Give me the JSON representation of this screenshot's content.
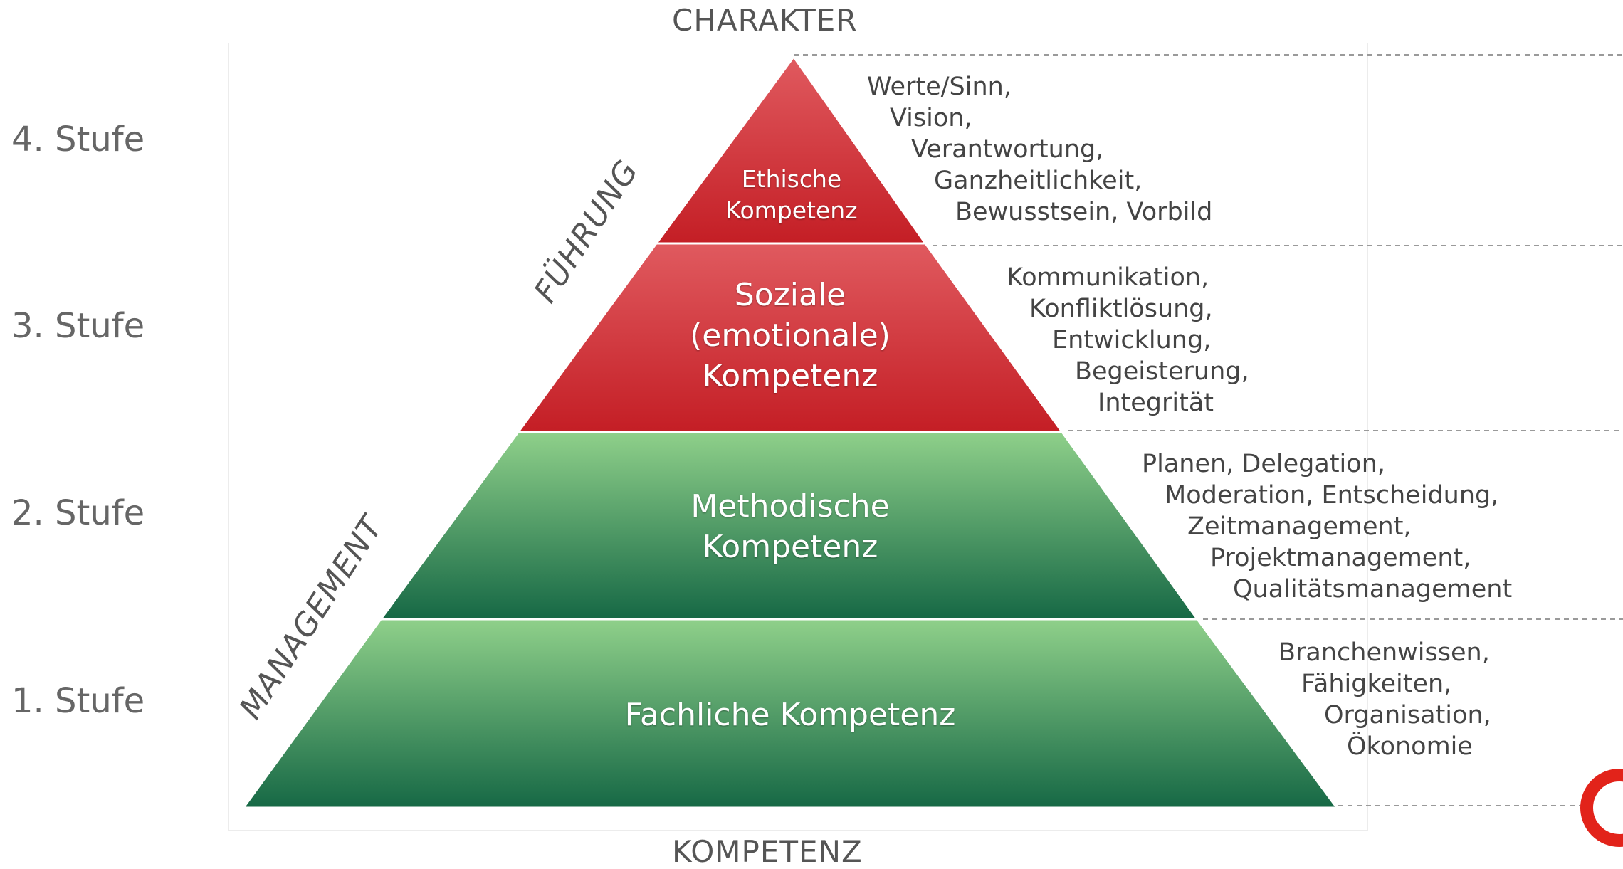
{
  "diagram": {
    "top_label": "CHARAKTER",
    "bottom_label": "KOMPETENZ",
    "side_labels": {
      "upper": "FÜHRUNG",
      "lower": "MANAGEMENT"
    },
    "levels": [
      {
        "stage": "4. Stufe",
        "title_lines": [
          "Ethische",
          "Kompetenz"
        ],
        "details": [
          "Werte/Sinn,",
          "Vision,",
          "Verantwortung,",
          "Ganzheitlichkeit,",
          "Bewusstsein, Vorbild"
        ],
        "color": "#cc2229"
      },
      {
        "stage": "3. Stufe",
        "title_lines": [
          "Soziale",
          "(emotionale)",
          "Kompetenz"
        ],
        "details": [
          "Kommunikation,",
          "Konfliktlösung,",
          "Entwicklung,",
          "Begeisterung,",
          "Integrität"
        ],
        "color": "#cc2229"
      },
      {
        "stage": "2. Stufe",
        "title_lines": [
          "Methodische",
          "Kompetenz"
        ],
        "details": [
          "Planen, Delegation,",
          "Moderation, Entscheidung,",
          "Zeitmanagement,",
          "Projektmanagement,",
          "Qualitätsmanagement"
        ],
        "color": "#1e7a4a"
      },
      {
        "stage": "1. Stufe",
        "title_lines": [
          "Fachliche Kompetenz"
        ],
        "details": [
          "Branchenwissen,",
          "Fähigkeiten,",
          "Organisation,",
          "Ökonomie"
        ],
        "color": "#1e7a4a"
      }
    ],
    "colors": {
      "red_top": "#e05a5f",
      "red_bottom": "#c41e25",
      "green_top": "#8fd08a",
      "green_bottom": "#166845"
    }
  }
}
